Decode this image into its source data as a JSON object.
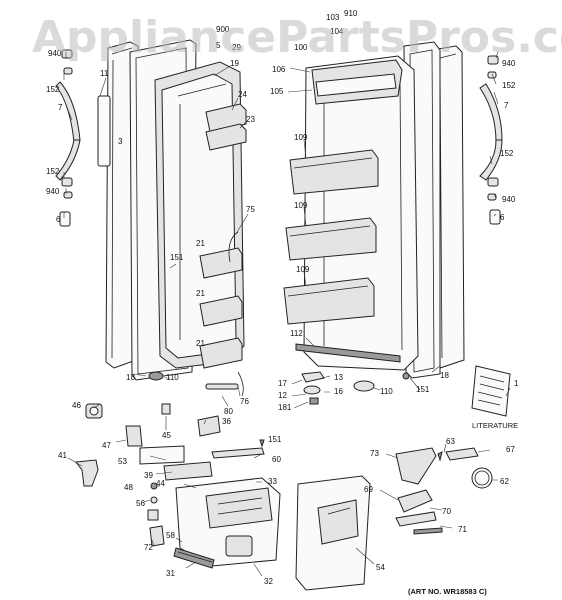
{
  "watermark": "AppliancePartsPros.com",
  "callouts": {
    "c900": "900",
    "c5": "5",
    "c29": "29",
    "c103": "103",
    "c910": "910",
    "c104": "104",
    "c100": "100",
    "c940a": "940",
    "c152a": "152",
    "c11": "11",
    "c7a": "7",
    "c3": "3",
    "c152b": "152",
    "c940b": "940",
    "c6a": "6",
    "c19": "19",
    "c24": "24",
    "c23": "23",
    "c75": "75",
    "c151a": "151",
    "c21a": "21",
    "c21b": "21",
    "c21c": "21",
    "c18a": "18",
    "c110a": "110",
    "c80": "80",
    "c76": "76",
    "c106": "106",
    "c105": "105",
    "c109a": "109",
    "c109b": "109",
    "c109c": "109",
    "c112": "112",
    "c17": "17",
    "c13": "13",
    "c12": "12",
    "c16": "16",
    "c181": "181",
    "c110b": "110",
    "c151b": "151",
    "c18b": "18",
    "c940c": "940",
    "c152c": "152",
    "c7b": "7",
    "c152d": "152",
    "c940d": "940",
    "c6b": "6",
    "c1": "1",
    "c46": "46",
    "c45": "45",
    "c36": "36",
    "c47": "47",
    "c151c": "151",
    "c53": "53",
    "c60": "60",
    "c41": "41",
    "c39": "39",
    "c48": "48",
    "c44": "44",
    "c33": "33",
    "c56": "56",
    "c58": "58",
    "c72": "72",
    "c31": "31",
    "c32": "32",
    "c54": "54",
    "c73": "73",
    "c63": "63",
    "c67": "67",
    "c62": "62",
    "c69": "69",
    "c70": "70",
    "c71": "71"
  },
  "literature_label": "LITERATURE",
  "art_number": "(ART NO. WR18583 C)"
}
